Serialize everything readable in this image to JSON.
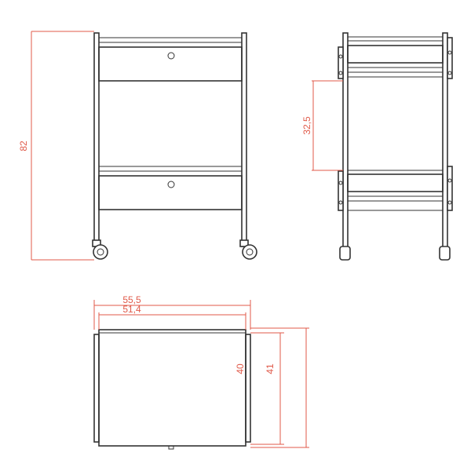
{
  "dimensions": {
    "height": "82",
    "shelf_gap": "32,5",
    "width_outer": "55,5",
    "width_inner": "51,4",
    "depth_inner": "40",
    "depth_outer": "41"
  },
  "colors": {
    "line": "#333333",
    "dimension": "#e05a4a",
    "background": "#ffffff"
  }
}
